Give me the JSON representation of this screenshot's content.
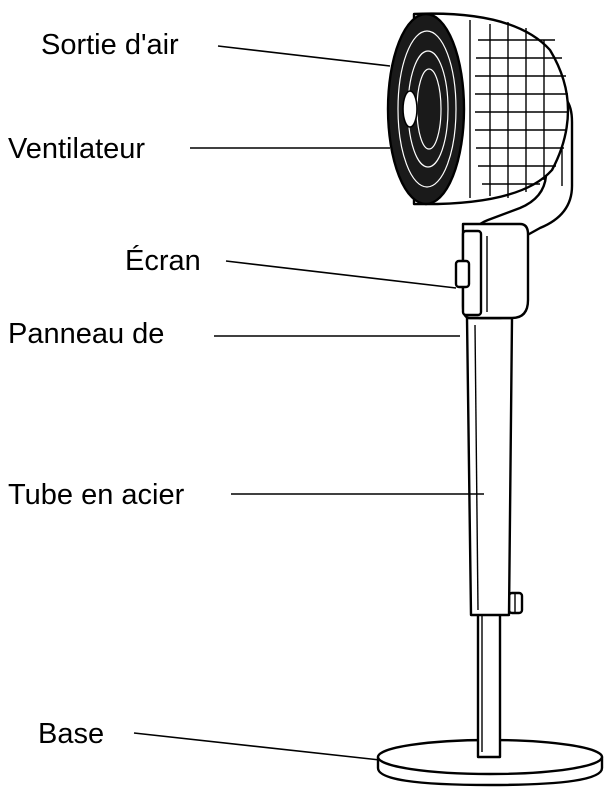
{
  "labels": {
    "air_outlet": "Sortie d'air",
    "fan": "Ventilateur",
    "screen": "Écran",
    "panel": "Panneau de",
    "steel_tube": "Tube en acier",
    "base": "Base"
  },
  "colors": {
    "ink": "#000000",
    "background": "#ffffff"
  }
}
